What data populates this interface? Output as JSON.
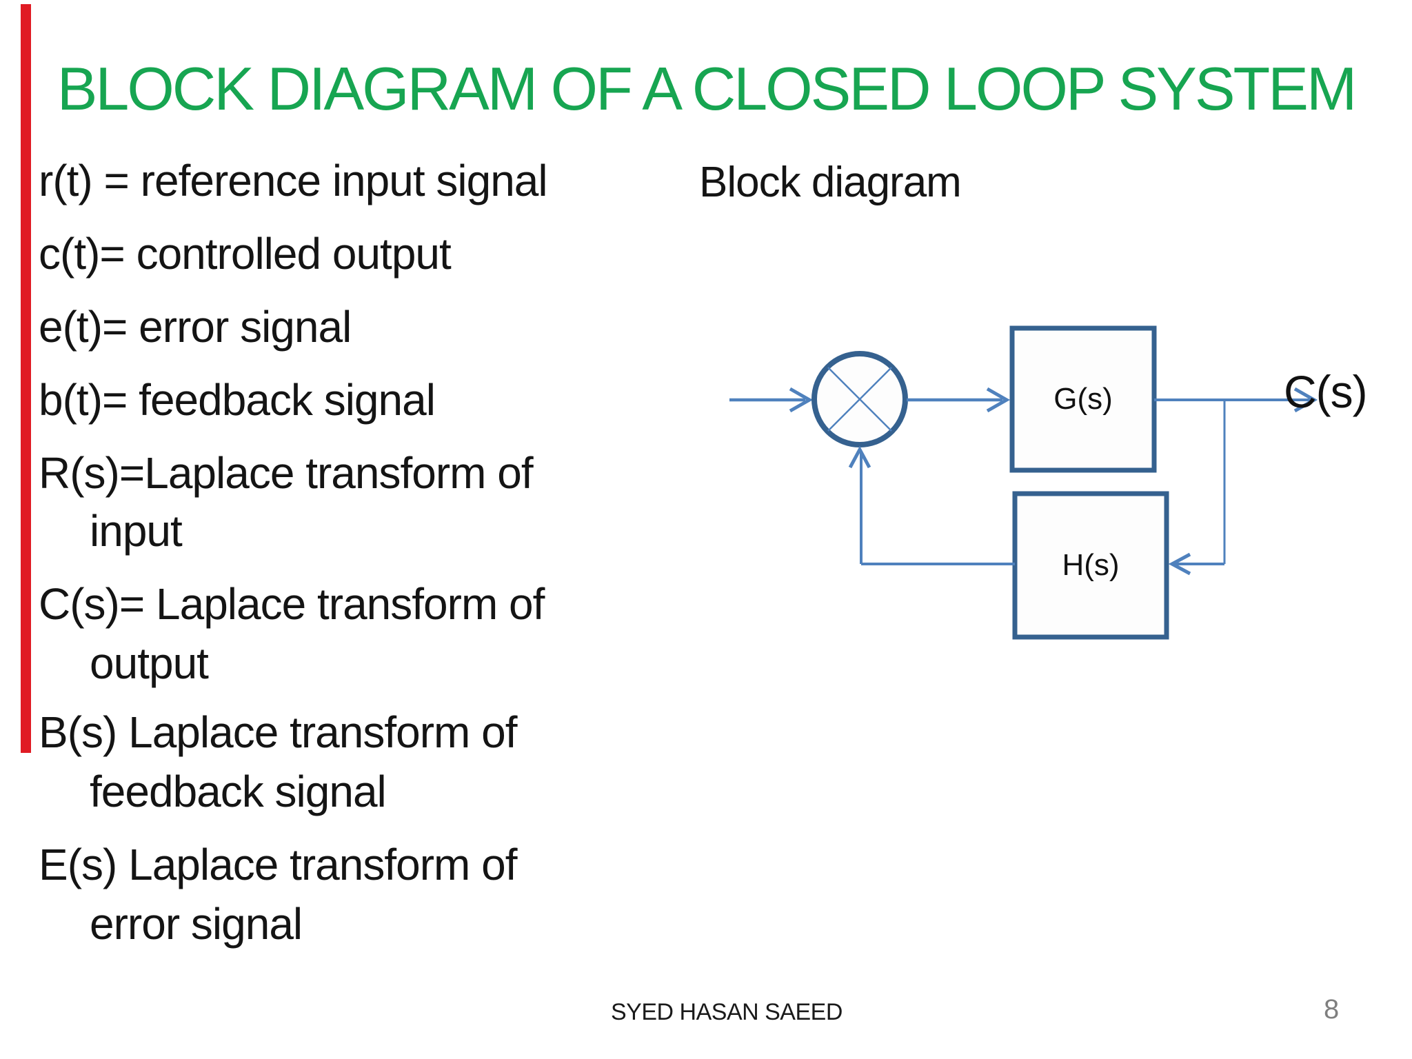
{
  "title": "BLOCK DIAGRAM OF A CLOSED LOOP SYSTEM",
  "definitions": [
    {
      "line1": "r(t) = reference input signal"
    },
    {
      "line1": "c(t)= controlled output"
    },
    {
      "line1": "e(t)= error signal"
    },
    {
      "line1": "b(t)= feedback signal"
    },
    {
      "line1": "R(s)=Laplace transform of",
      "line2": "input"
    },
    {
      "line1": "C(s)= Laplace transform of",
      "line2": "output"
    },
    {
      "line1": "B(s) Laplace transform of",
      "line2": "feedback signal"
    },
    {
      "line1": "E(s) Laplace transform of",
      "line2": "error signal"
    }
  ],
  "diagram": {
    "label": "Block diagram",
    "g_block_label": "G(s)",
    "h_block_label": "H(s)",
    "output_label": "C(s)"
  },
  "footer": {
    "author": "SYED HASAN SAEED",
    "page_number": "8"
  },
  "colors": {
    "title_green": "#17a551",
    "text_black": "#141414",
    "diagram_line_blue": "#4f81bd",
    "diagram_border_blue": "#35618f",
    "page_number_gray": "#7f7f7f",
    "accent_red": "#e01b24",
    "background": "#ffffff"
  }
}
